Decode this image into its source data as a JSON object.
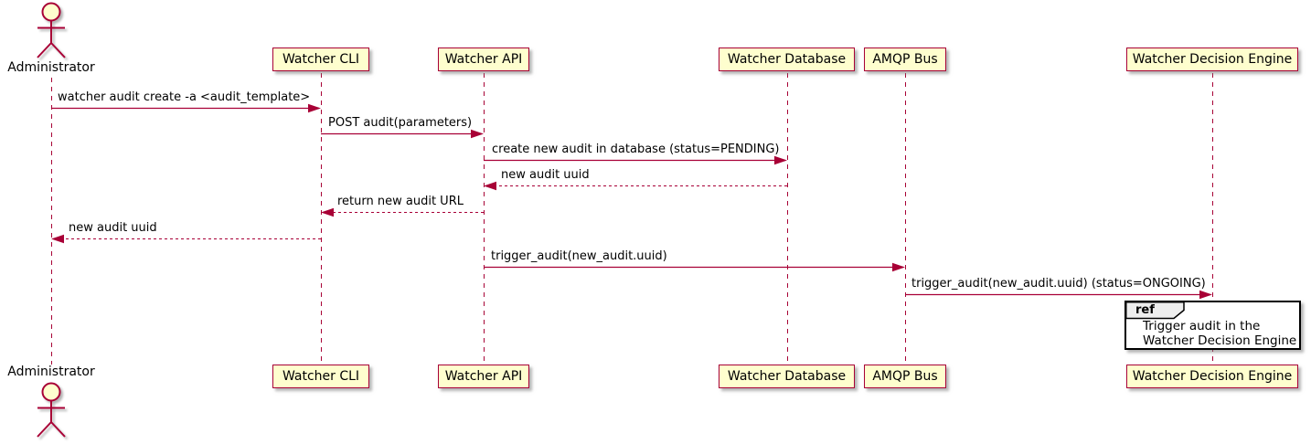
{
  "diagram": {
    "kind": "uml-sequence-diagram",
    "colors": {
      "accent": "#A80036",
      "participant_fill": "#FEFECE",
      "participant_border": "#A80036",
      "lifeline": "#A80036",
      "message_text": "#000000",
      "ref_fill": "#FFFFFF",
      "ref_border": "#000000",
      "ref_tab_fill": "#EEEEEE"
    },
    "actor": {
      "name": "Administrator"
    },
    "participants": [
      {
        "name": "Watcher CLI"
      },
      {
        "name": "Watcher API"
      },
      {
        "name": "Watcher Database"
      },
      {
        "name": "AMQP Bus"
      },
      {
        "name": "Watcher Decision Engine"
      }
    ],
    "messages": [
      {
        "from": "Administrator",
        "to": "Watcher CLI",
        "label": "watcher audit create -a <audit_template>",
        "style": "solid"
      },
      {
        "from": "Watcher CLI",
        "to": "Watcher API",
        "label": "POST audit(parameters)",
        "style": "solid"
      },
      {
        "from": "Watcher API",
        "to": "Watcher Database",
        "label": "create new audit in database (status=PENDING)",
        "style": "solid"
      },
      {
        "from": "Watcher Database",
        "to": "Watcher API",
        "label": "new audit uuid",
        "style": "dashed"
      },
      {
        "from": "Watcher API",
        "to": "Watcher CLI",
        "label": "return new audit URL",
        "style": "dashed"
      },
      {
        "from": "Watcher CLI",
        "to": "Administrator",
        "label": "new audit uuid",
        "style": "dashed"
      },
      {
        "from": "Watcher API",
        "to": "AMQP Bus",
        "label": "trigger_audit(new_audit.uuid)",
        "style": "solid"
      },
      {
        "from": "AMQP Bus",
        "to": "Watcher Decision Engine",
        "label": "trigger_audit(new_audit.uuid) (status=ONGOING)",
        "style": "solid"
      }
    ],
    "ref": {
      "keyword": "ref",
      "over": "Watcher Decision Engine",
      "lines": [
        "Trigger audit in the",
        "Watcher Decision Engine"
      ]
    }
  }
}
